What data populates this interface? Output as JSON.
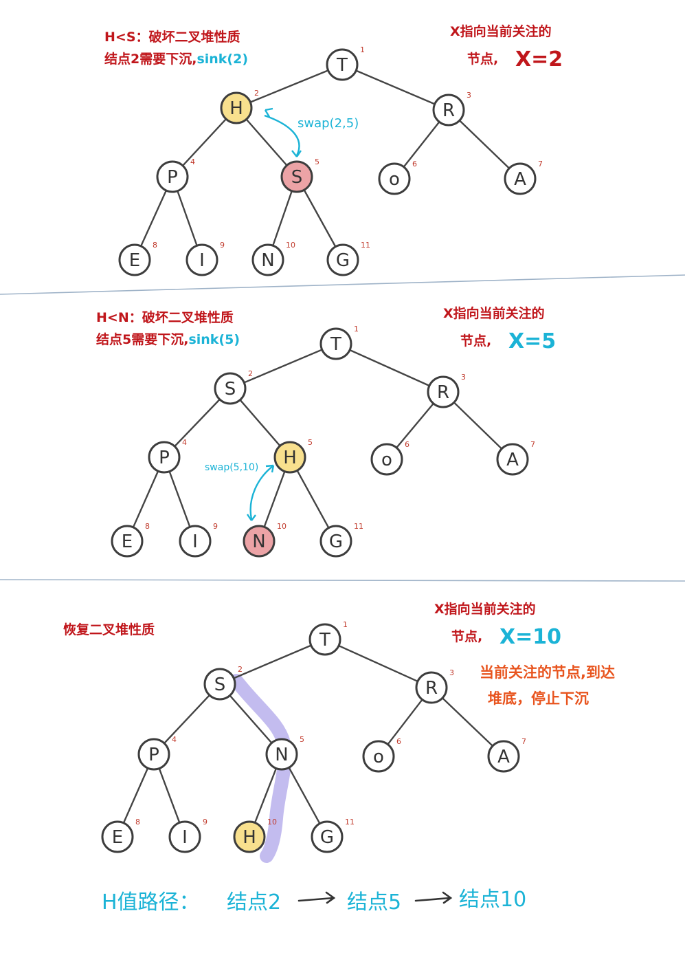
{
  "colors": {
    "ink": "#333333",
    "red_note": "#c0161b",
    "cyan": "#1bb3d6",
    "orange": "#e8541e",
    "index_red": "#c0392b",
    "highlight_yellow": "#f8e08e",
    "highlight_pink": "#eca3a6",
    "path_purple": "#b8b0ec",
    "separator": "#9fb3c8"
  },
  "panels": [
    {
      "note_lines": [
        {
          "text": "H<S：破坏二叉堆性质",
          "color": "red"
        },
        {
          "parts": [
            {
              "text": "结点2需要下沉,",
              "color": "red"
            },
            {
              "text": "sink(2)",
              "color": "cyan"
            }
          ]
        }
      ],
      "pointer_line1": "X指向当前关注的",
      "pointer_prefix": "节点,",
      "pointer_value": "X=2",
      "pointer_value_color": "red",
      "swap_label": "swap(2,5)",
      "nodes": [
        {
          "i": 1,
          "label": "T"
        },
        {
          "i": 2,
          "label": "H",
          "fill": "yellow"
        },
        {
          "i": 3,
          "label": "R"
        },
        {
          "i": 4,
          "label": "P"
        },
        {
          "i": 5,
          "label": "S",
          "fill": "pink"
        },
        {
          "i": 6,
          "label": "o"
        },
        {
          "i": 7,
          "label": "A"
        },
        {
          "i": 8,
          "label": "E"
        },
        {
          "i": 9,
          "label": "I"
        },
        {
          "i": 10,
          "label": "N"
        },
        {
          "i": 11,
          "label": "G"
        }
      ]
    },
    {
      "note_lines": [
        {
          "text": "H<N：破坏二叉堆性质",
          "color": "red"
        },
        {
          "parts": [
            {
              "text": "结点5需要下沉,",
              "color": "red"
            },
            {
              "text": "sink(5)",
              "color": "cyan"
            }
          ]
        }
      ],
      "pointer_line1": "X指向当前关注的",
      "pointer_prefix": "节点,",
      "pointer_value": "X=5",
      "pointer_value_color": "cyan",
      "swap_label": "swap(5,10)",
      "nodes": [
        {
          "i": 1,
          "label": "T"
        },
        {
          "i": 2,
          "label": "S",
          "text_color": "cyan"
        },
        {
          "i": 3,
          "label": "R"
        },
        {
          "i": 4,
          "label": "P"
        },
        {
          "i": 5,
          "label": "H",
          "fill": "yellow",
          "text_color": "cyan"
        },
        {
          "i": 6,
          "label": "o"
        },
        {
          "i": 7,
          "label": "A"
        },
        {
          "i": 8,
          "label": "E"
        },
        {
          "i": 9,
          "label": "I"
        },
        {
          "i": 10,
          "label": "N",
          "fill": "pink"
        },
        {
          "i": 11,
          "label": "G"
        }
      ]
    },
    {
      "note_lines": [
        {
          "text": "恢复二叉堆性质",
          "color": "red"
        }
      ],
      "pointer_line1": "X指向当前关注的",
      "pointer_prefix": "节点,",
      "pointer_value": "X=10",
      "pointer_value_color": "cyan",
      "stop_note_lines": [
        "当前关注的节点,到达",
        "堆底，停止下沉"
      ],
      "nodes": [
        {
          "i": 1,
          "label": "T"
        },
        {
          "i": 2,
          "label": "S",
          "text_color": "cyan"
        },
        {
          "i": 3,
          "label": "R"
        },
        {
          "i": 4,
          "label": "P"
        },
        {
          "i": 5,
          "label": "N",
          "text_color": "cyan"
        },
        {
          "i": 6,
          "label": "o"
        },
        {
          "i": 7,
          "label": "A"
        },
        {
          "i": 8,
          "label": "E"
        },
        {
          "i": 9,
          "label": "I"
        },
        {
          "i": 10,
          "label": "H",
          "fill": "yellow",
          "text_color": "cyan"
        },
        {
          "i": 11,
          "label": "G"
        }
      ]
    }
  ],
  "path_summary": [
    "H值路径：",
    "结点2",
    "结点5",
    "结点10"
  ]
}
